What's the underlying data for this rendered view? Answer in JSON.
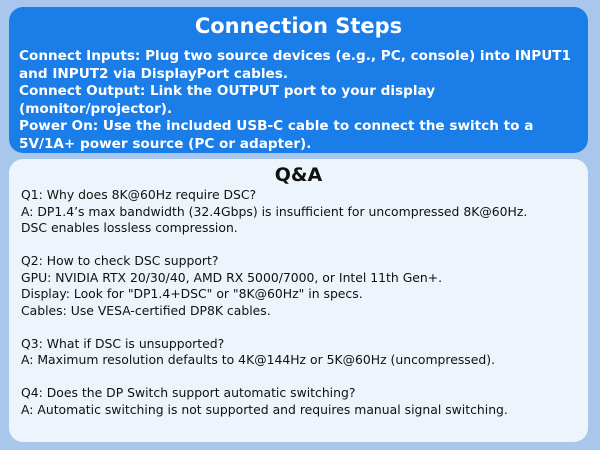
{
  "steps": {
    "title": "Connection Steps",
    "lines": [
      "Connect Inputs:  Plug two source devices (e.g., PC, console) into INPUT1 and INPUT2 via DisplayPort cables.",
      "Connect Output:  Link the OUTPUT port to your display (monitor/projector).",
      "Power On:  Use the included USB-C cable to connect the switch to a 5V/1A+ power source (PC or adapter)."
    ]
  },
  "qa": {
    "title": "Q&A",
    "items": [
      {
        "lines": [
          "Q1: Why does 8K@60Hz require DSC?",
          "A: DP1.4’s max bandwidth (32.4Gbps) is insufficient for uncompressed 8K@60Hz.",
          "DSC enables lossless compression."
        ]
      },
      {
        "lines": [
          "Q2: How to check DSC support?",
          "GPU: NVIDIA RTX 20/30/40, AMD RX 5000/7000, or Intel 11th Gen+.",
          "Display: Look for \"DP1.4+DSC\" or \"8K@60Hz\" in specs.",
          "Cables: Use VESA-certified DP8K cables."
        ]
      },
      {
        "lines": [
          "Q3: What if DSC is unsupported?",
          "A: Maximum resolution defaults to 4K@144Hz or 5K@60Hz (uncompressed)."
        ]
      },
      {
        "lines": [
          "Q4: Does the DP Switch support automatic switching?",
          "A: Automatic switching is not supported and requires manual signal switching."
        ]
      }
    ]
  }
}
